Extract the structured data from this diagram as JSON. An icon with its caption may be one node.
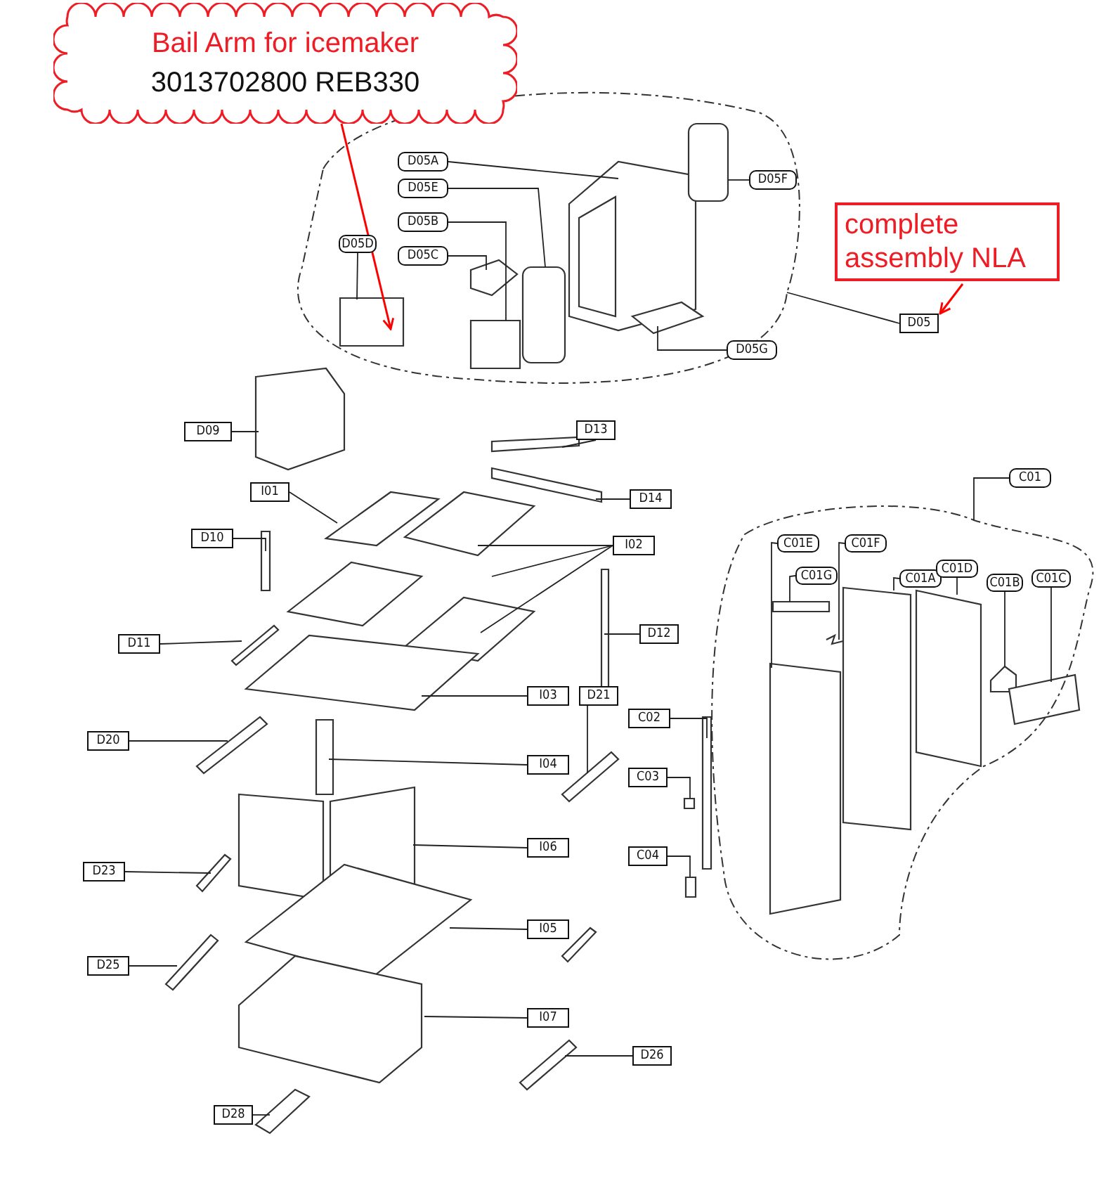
{
  "diagram": {
    "nodes": [
      {
        "text": [
          "Bail Arm for icemaker",
          "3013702800 REB330"
        ]
      },
      {
        "text": [
          "D05A"
        ]
      },
      {
        "text": [
          "D05F"
        ]
      },
      {
        "text": [
          "D05E"
        ]
      },
      {
        "text": [
          "D05B"
        ]
      },
      {
        "text": [
          "complete assembly NLA"
        ]
      },
      {
        "text": [
          "D05D"
        ]
      },
      {
        "text": [
          "D05C"
        ]
      },
      {
        "text": [
          "D05"
        ]
      },
      {
        "text": [
          "D05G"
        ]
      },
      {
        "text": [
          "D09"
        ]
      },
      {
        "text": [
          "D13"
        ]
      },
      {
        "text": [
          "I01"
        ]
      },
      {
        "text": [
          "D14"
        ]
      },
      {
        "text": [
          "C01"
        ]
      },
      {
        "text": [
          "D10"
        ]
      },
      {
        "text": [
          "I02"
        ]
      },
      {
        "text": [
          "C01E"
        ]
      },
      {
        "text": [
          "C01F"
        ]
      },
      {
        "text": [
          "C01G"
        ]
      },
      {
        "text": [
          "C01A"
        ]
      },
      {
        "text": [
          "C01D"
        ]
      },
      {
        "text": [
          "C01B"
        ]
      },
      {
        "text": [
          "C01C"
        ]
      },
      {
        "text": [
          "D11"
        ]
      },
      {
        "text": [
          "D12"
        ]
      },
      {
        "text": [
          "I03"
        ]
      },
      {
        "text": [
          "D21"
        ]
      },
      {
        "text": [
          "D20"
        ]
      },
      {
        "text": [
          "C02"
        ]
      },
      {
        "text": [
          "I04"
        ]
      },
      {
        "text": [
          "C03"
        ]
      },
      {
        "text": [
          "I06"
        ]
      },
      {
        "text": [
          "D23"
        ]
      },
      {
        "text": [
          "C04"
        ]
      },
      {
        "text": [
          "I05"
        ]
      },
      {
        "text": [
          "D25"
        ]
      },
      {
        "text": [
          "I07"
        ]
      },
      {
        "text": [
          "D26"
        ]
      },
      {
        "text": [
          "D28"
        ]
      }
    ],
    "edges": [
      {
        "from": 0,
        "to": null,
        "arrow": "to",
        "color": "#ff0000"
      },
      {
        "from": 1,
        "to": null,
        "arrow": "none"
      },
      {
        "from": 2,
        "to": null,
        "arrow": "none"
      },
      {
        "from": 3,
        "to": null,
        "arrow": "none"
      },
      {
        "from": 4,
        "to": null,
        "arrow": "none"
      },
      {
        "from": 5,
        "to": 8,
        "arrow": "to",
        "color": "#ff0000"
      },
      {
        "from": 6,
        "to": null,
        "arrow": "none"
      },
      {
        "from": 7,
        "to": null,
        "arrow": "none"
      },
      {
        "from": 8,
        "to": null,
        "arrow": "none"
      },
      {
        "from": 9,
        "to": null,
        "arrow": "none"
      },
      {
        "from": 10,
        "to": null,
        "arrow": "none"
      },
      {
        "from": 11,
        "to": null,
        "arrow": "none"
      },
      {
        "from": 12,
        "to": null,
        "arrow": "none"
      },
      {
        "from": 13,
        "to": null,
        "arrow": "none"
      },
      {
        "from": 14,
        "to": null,
        "arrow": "none"
      },
      {
        "from": 15,
        "to": null,
        "arrow": "none"
      },
      {
        "from": 16,
        "to": null,
        "arrow": "none"
      },
      {
        "from": 16,
        "to": null,
        "arrow": "none"
      },
      {
        "from": 16,
        "to": null,
        "arrow": "none"
      },
      {
        "from": 17,
        "to": null,
        "arrow": "none"
      },
      {
        "from": 18,
        "to": null,
        "arrow": "none"
      },
      {
        "from": 19,
        "to": null,
        "arrow": "none"
      },
      {
        "from": 20,
        "to": null,
        "arrow": "none"
      },
      {
        "from": 21,
        "to": null,
        "arrow": "none"
      },
      {
        "from": 22,
        "to": null,
        "arrow": "none"
      },
      {
        "from": 23,
        "to": null,
        "arrow": "none"
      },
      {
        "from": 24,
        "to": null,
        "arrow": "none"
      },
      {
        "from": 25,
        "to": null,
        "arrow": "none"
      },
      {
        "from": 26,
        "to": null,
        "arrow": "none"
      },
      {
        "from": 27,
        "to": null,
        "arrow": "none"
      },
      {
        "from": 28,
        "to": null,
        "arrow": "none"
      },
      {
        "from": 29,
        "to": null,
        "arrow": "none"
      },
      {
        "from": 30,
        "to": null,
        "arrow": "none"
      },
      {
        "from": 31,
        "to": null,
        "arrow": "none"
      },
      {
        "from": 32,
        "to": null,
        "arrow": "none"
      },
      {
        "from": 33,
        "to": null,
        "arrow": "none"
      },
      {
        "from": 34,
        "to": null,
        "arrow": "none"
      },
      {
        "from": 35,
        "to": null,
        "arrow": "none"
      },
      {
        "from": 36,
        "to": null,
        "arrow": "none"
      },
      {
        "from": 37,
        "to": null,
        "arrow": "none"
      },
      {
        "from": 38,
        "to": null,
        "arrow": "none"
      },
      {
        "from": 39,
        "to": null,
        "arrow": "none"
      }
    ]
  }
}
